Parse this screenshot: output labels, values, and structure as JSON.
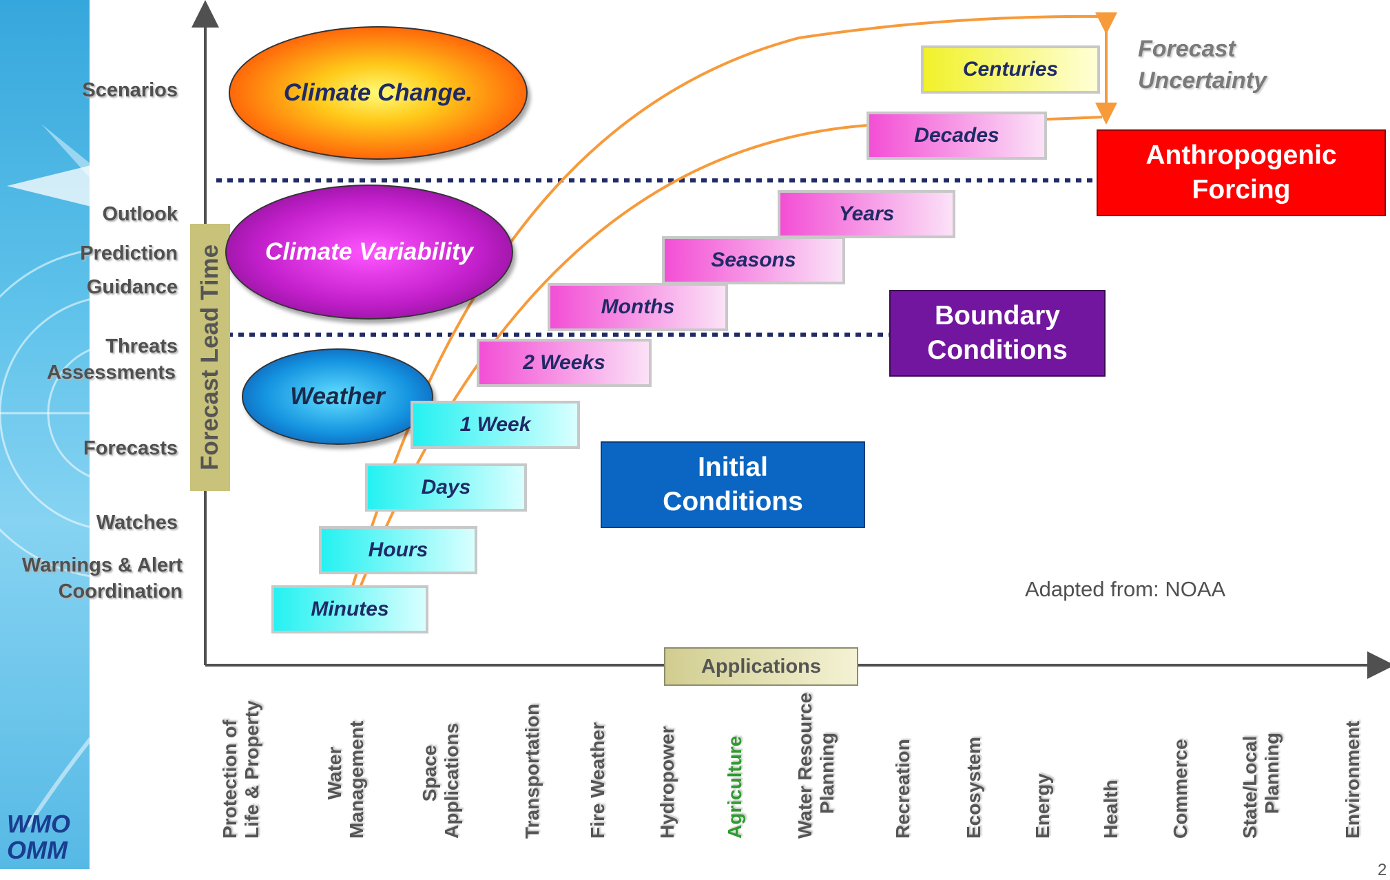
{
  "branding": {
    "line1": "WMO",
    "line2": "OMM"
  },
  "lead_time_labels": [
    "Scenarios",
    "Outlook",
    "Prediction",
    "Guidance",
    "Threats",
    "Assessments",
    "Forecasts",
    "Watches",
    "Warnings & Alert",
    "Coordination"
  ],
  "y_axis_label": "Forecast Lead Time",
  "ellipses": {
    "climate_change": "Climate Change.",
    "climate_variability": "Climate Variability",
    "weather": "Weather"
  },
  "time_scales": [
    "Minutes",
    "Hours",
    "Days",
    "1 Week",
    "2 Weeks",
    "Months",
    "Seasons",
    "Years",
    "Decades",
    "Centuries"
  ],
  "conditions": {
    "initial": {
      "line1": "Initial",
      "line2": "Conditions",
      "color": "#0a66c2"
    },
    "boundary": {
      "line1": "Boundary",
      "line2": "Conditions",
      "color": "#73169f"
    },
    "anthropogenic": {
      "line1": "Anthropogenic",
      "line2": "Forcing",
      "color": "#ff0000"
    }
  },
  "forecast_uncertainty": {
    "line1": "Forecast",
    "line2": "Uncertainty"
  },
  "source_note": "Adapted from: NOAA",
  "x_axis_label": "Applications",
  "applications": [
    {
      "line1": "Protection of",
      "line2": "Life & Property"
    },
    {
      "line1": "Water",
      "line2": "Management"
    },
    {
      "line1": "Space",
      "line2": "Applications"
    },
    {
      "line1": "Transportation",
      "line2": ""
    },
    {
      "line1": "Fire Weather",
      "line2": ""
    },
    {
      "line1": "Hydropower",
      "line2": ""
    },
    {
      "line1": "Agriculture",
      "line2": ""
    },
    {
      "line1": "Water Resource",
      "line2": "Planning"
    },
    {
      "line1": "Recreation",
      "line2": ""
    },
    {
      "line1": "Ecosystem",
      "line2": ""
    },
    {
      "line1": "Energy",
      "line2": ""
    },
    {
      "line1": "Health",
      "line2": ""
    },
    {
      "line1": "Commerce",
      "line2": ""
    },
    {
      "line1": "State/Local",
      "line2": "Planning"
    },
    {
      "line1": "Environment",
      "line2": ""
    }
  ],
  "highlight_color": "#2e9b2e",
  "page_number": "2"
}
